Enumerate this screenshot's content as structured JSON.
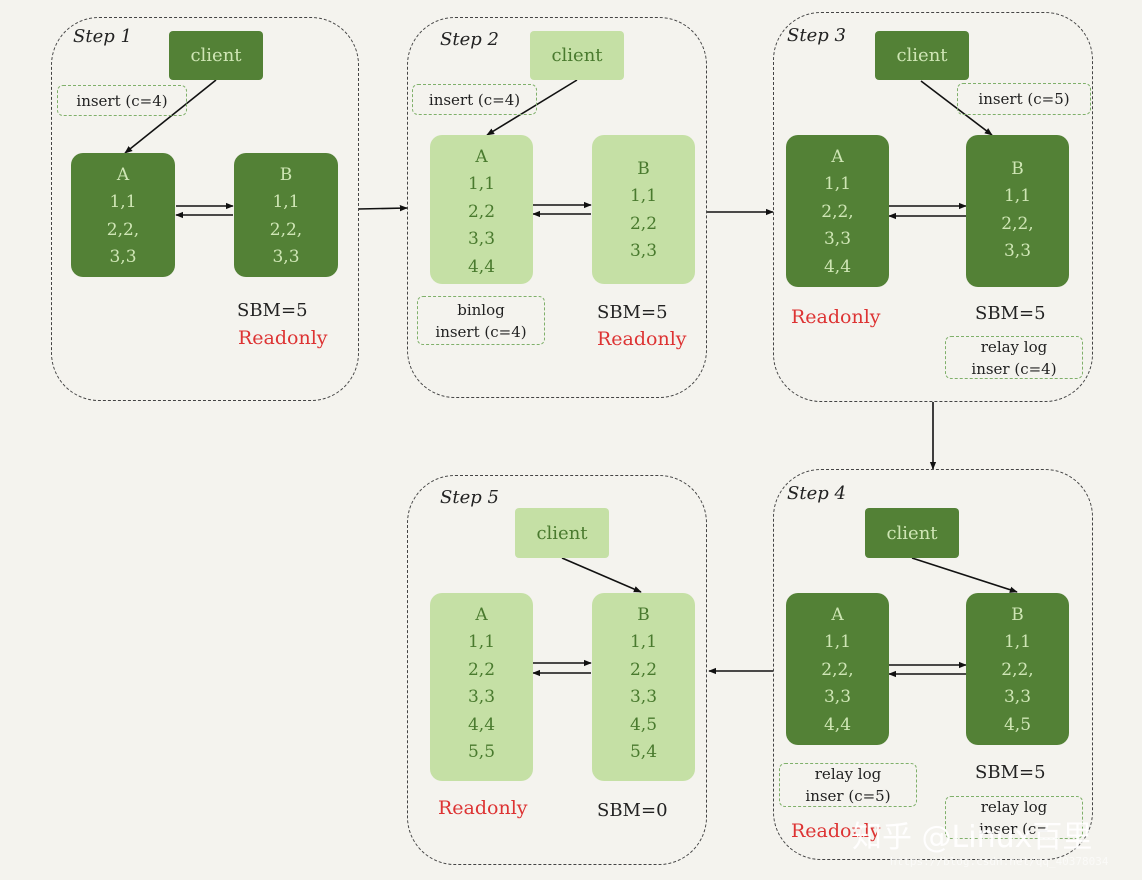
{
  "colors": {
    "dark_green": "#538136",
    "light_green": "#c5e0a5",
    "readonly_red": "#dd3333",
    "note_border": "#7fb06a"
  },
  "steps": [
    {
      "label": "Step 1",
      "client": {
        "label": "client",
        "shade": "dark"
      },
      "insert_note": "insert (c=4)",
      "node_a": {
        "name": "A",
        "rows": [
          "1,1",
          "2,2,",
          "3,3"
        ],
        "shade": "dark"
      },
      "node_b": {
        "name": "B",
        "rows": [
          "1,1",
          "2,2,",
          "3,3"
        ],
        "shade": "dark"
      },
      "sbm": "SBM=5",
      "readonly": "Readonly"
    },
    {
      "label": "Step 2",
      "client": {
        "label": "client",
        "shade": "light"
      },
      "insert_note": "insert (c=4)",
      "node_a": {
        "name": "A",
        "rows": [
          "1,1",
          "2,2",
          "3,3",
          "4,4"
        ],
        "shade": "light"
      },
      "node_b": {
        "name": "B",
        "rows": [
          "1,1",
          "2,2",
          "3,3"
        ],
        "shade": "light"
      },
      "binlog_note": [
        "binlog",
        "insert (c=4)"
      ],
      "sbm": "SBM=5",
      "readonly": "Readonly"
    },
    {
      "label": "Step 3",
      "client": {
        "label": "client",
        "shade": "dark"
      },
      "insert_note": "insert (c=5)",
      "node_a": {
        "name": "A",
        "rows": [
          "1,1",
          "2,2,",
          "3,3",
          "4,4"
        ],
        "shade": "dark"
      },
      "node_b": {
        "name": "B",
        "rows": [
          "1,1",
          "2,2,",
          "3,3"
        ],
        "shade": "dark"
      },
      "readonly": "Readonly",
      "sbm": "SBM=5",
      "relay_note": [
        "relay log",
        "inser (c=4)"
      ]
    },
    {
      "label": "Step 4",
      "client": {
        "label": "client",
        "shade": "dark"
      },
      "node_a": {
        "name": "A",
        "rows": [
          "1,1",
          "2,2,",
          "3,3",
          "4,4"
        ],
        "shade": "dark"
      },
      "node_b": {
        "name": "B",
        "rows": [
          "1,1",
          "2,2,",
          "3,3",
          "4,5"
        ],
        "shade": "dark"
      },
      "relay_note_a": [
        "relay log",
        "inser (c=5)"
      ],
      "sbm": "SBM=5",
      "relay_note_b": [
        "relay log",
        "inser (c="
      ],
      "readonly": "Readonly"
    },
    {
      "label": "Step 5",
      "client": {
        "label": "client",
        "shade": "light"
      },
      "node_a": {
        "name": "A",
        "rows": [
          "1,1",
          "2,2",
          "3,3",
          "4,4",
          "5,5"
        ],
        "shade": "light"
      },
      "node_b": {
        "name": "B",
        "rows": [
          "1,1",
          "2,2",
          "3,3",
          "4,5",
          "5,4"
        ],
        "shade": "light"
      },
      "readonly": "Readonly",
      "sbm": "SBM=0"
    }
  ],
  "watermark": {
    "text": "知乎 @Linux百里",
    "url": "https://blog.csdn.net/qq_40378034"
  }
}
